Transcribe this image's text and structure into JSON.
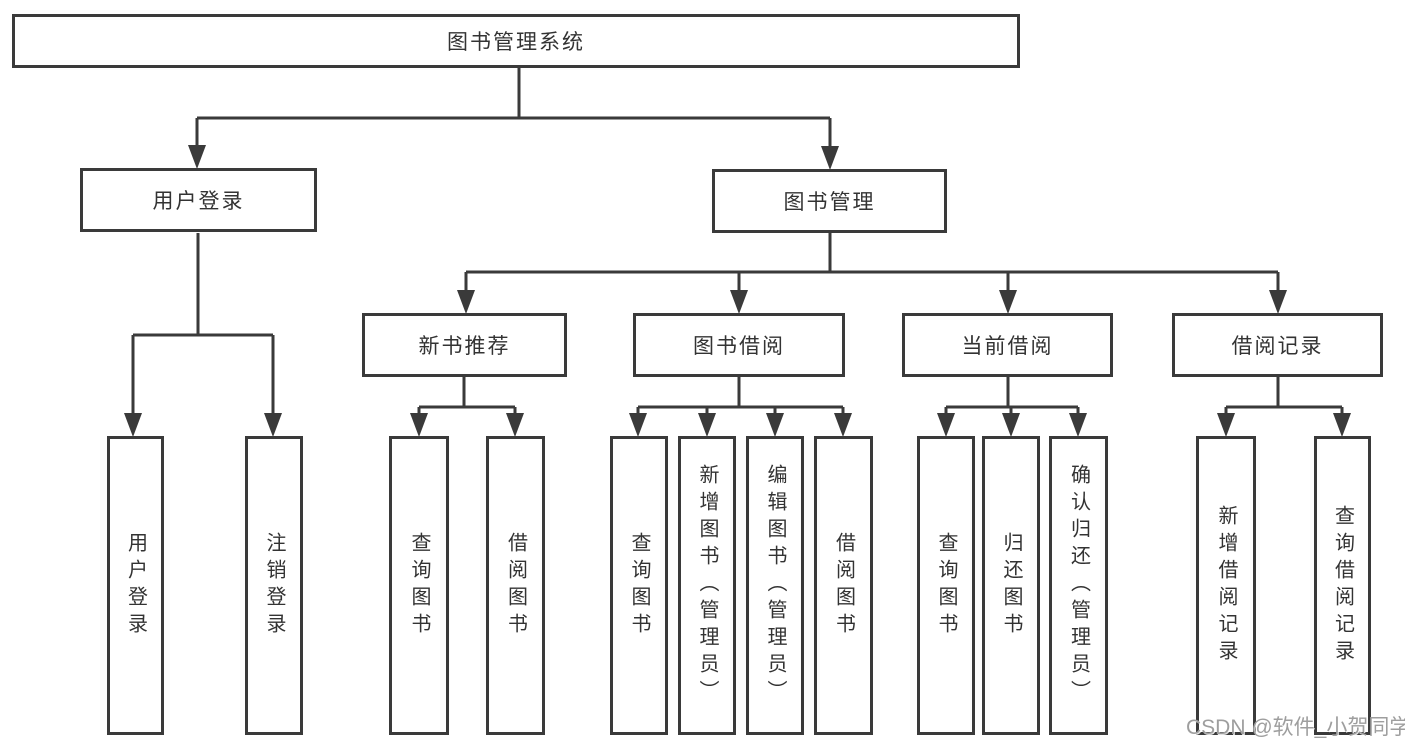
{
  "colors": {
    "line": "#3a3a3a",
    "box_border": "#3a3a3a",
    "background": "#ffffff",
    "text": "#333333",
    "watermark": "#9e9e9e"
  },
  "diagram": {
    "title": "图书管理系统",
    "user_login": {
      "label": "用户登录",
      "leaves": [
        "用户登录",
        "注销登录"
      ]
    },
    "book_mgmt": {
      "label": "图书管理",
      "sections": [
        {
          "label": "新书推荐",
          "leaves": [
            "查询图书",
            "借阅图书"
          ]
        },
        {
          "label": "图书借阅",
          "leaves": [
            "查询图书",
            "新增图书（管理员）",
            "编辑图书（管理员）",
            "借阅图书"
          ]
        },
        {
          "label": "当前借阅",
          "leaves": [
            "查询图书",
            "归还图书",
            "确认归还（管理员）"
          ]
        },
        {
          "label": "借阅记录",
          "leaves": [
            "新增借阅记录",
            "查询借阅记录"
          ]
        }
      ]
    }
  },
  "watermark": "CSDN @软件_小贺同学"
}
